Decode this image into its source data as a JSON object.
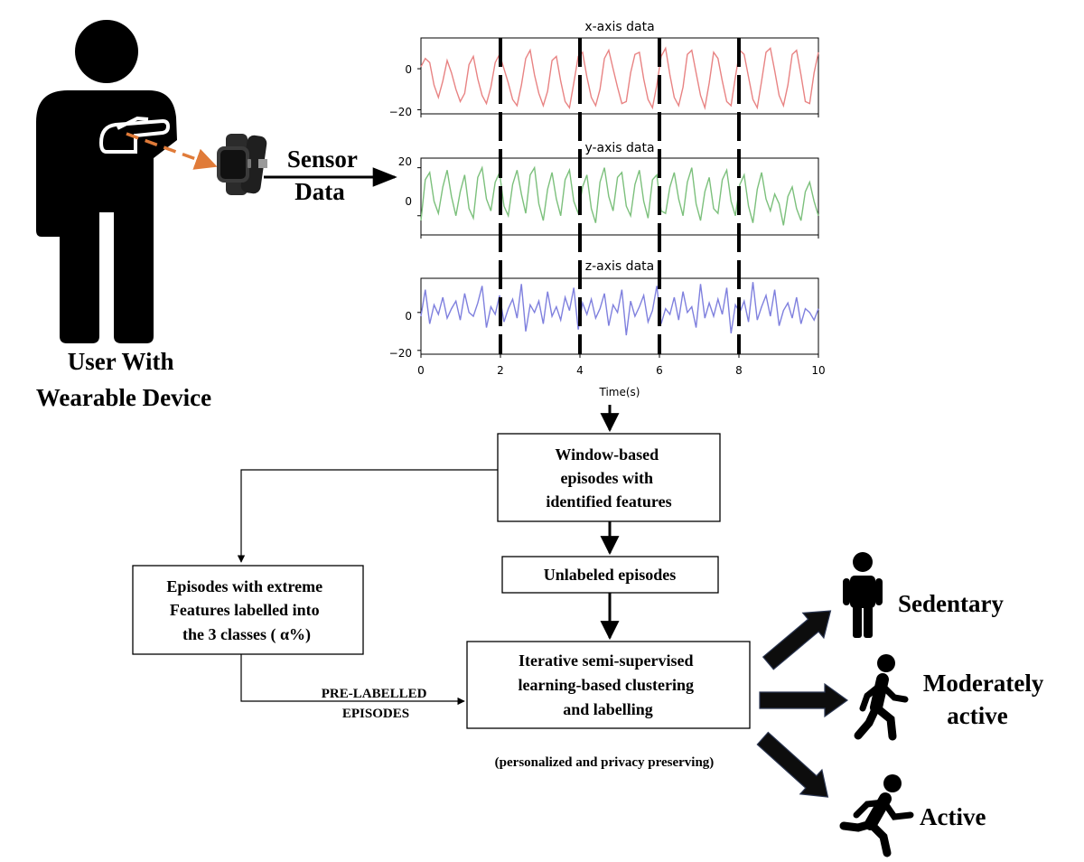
{
  "user": {
    "caption_line1": "User With",
    "caption_line2": "Wearable Device"
  },
  "sensor_arrow": {
    "label_line1": "Sensor",
    "label_line2": "Data"
  },
  "plots": {
    "x_title": "x-axis data",
    "y_title": "y-axis data",
    "z_title": "z-axis data",
    "x_axis_label": "Time(s)",
    "x_ticks": [
      "0",
      "2",
      "4",
      "6",
      "8",
      "10"
    ],
    "x_y_ticks": [
      "0",
      "−20"
    ],
    "y_y_ticks": [
      "20",
      "0"
    ],
    "z_y_ticks": [
      "0",
      "−20"
    ],
    "colors": {
      "x": "#e88383",
      "y": "#7cc07c",
      "z": "#7f80de"
    }
  },
  "boxes": {
    "window_line1": "Window-based",
    "window_line2": "episodes with",
    "window_line3": "identified features",
    "unlabeled": "Unlabeled episodes",
    "extreme_line1": "Episodes with extreme",
    "extreme_line2": "Features labelled into",
    "extreme_line3": "the 3 classes ( α%)",
    "iter_line1": "Iterative semi-supervised",
    "iter_line2": "learning-based clustering",
    "iter_line3": "and labelling"
  },
  "labels": {
    "prelabelled_line1": "PRE-LABELLED",
    "prelabelled_line2": "EPISODES",
    "privacy": "(personalized and privacy preserving)"
  },
  "classes": {
    "sedentary": "Sedentary",
    "moderately_line1": "Moderately",
    "moderately_line2": "active",
    "active": "Active"
  },
  "chart_data": {
    "type": "line",
    "x": [
      0,
      2,
      4,
      6,
      8,
      10
    ],
    "xlim": [
      0,
      10
    ],
    "xlabel": "Time(s)",
    "window_boundaries": [
      2,
      4,
      6,
      8
    ],
    "series": [
      {
        "name": "x-axis data",
        "ylim": [
          -22,
          15
        ],
        "yticks": [
          0,
          -20
        ],
        "values": [
          1,
          5,
          3,
          -8,
          -14,
          -6,
          4,
          -2,
          -10,
          -16,
          -12,
          2,
          6,
          -5,
          -13,
          -17,
          -9,
          3,
          7,
          0,
          -7,
          -15,
          -18,
          -8,
          5,
          9,
          -3,
          -12,
          -18,
          -11,
          4,
          6,
          -6,
          -16,
          -19,
          -7,
          6,
          8,
          -4,
          -14,
          -18,
          -10,
          5,
          9,
          0,
          -9,
          -17,
          -16,
          -2,
          7,
          8,
          -5,
          -15,
          -19,
          -8,
          6,
          10,
          -3,
          -14,
          -18,
          -9,
          7,
          9,
          -2,
          -13,
          -19,
          -7,
          8,
          5,
          -6,
          -16,
          -18,
          -4,
          9,
          7,
          -4,
          -15,
          -19,
          -6,
          8,
          10,
          -1,
          -13,
          -18,
          -8,
          7,
          9,
          -3,
          -16,
          -17,
          -2,
          8
        ]
      },
      {
        "name": "y-axis data",
        "ylim": [
          -8,
          24
        ],
        "yticks": [
          20,
          0
        ],
        "values": [
          -2,
          15,
          18,
          6,
          1,
          12,
          19,
          8,
          0,
          10,
          17,
          3,
          -1,
          16,
          20,
          7,
          2,
          14,
          18,
          4,
          0,
          13,
          19,
          9,
          1,
          17,
          20,
          5,
          -2,
          11,
          18,
          7,
          0,
          15,
          19,
          6,
          1,
          12,
          17,
          3,
          -3,
          14,
          20,
          8,
          2,
          16,
          18,
          4,
          0,
          13,
          19,
          6,
          -1,
          15,
          17,
          2,
          1,
          12,
          18,
          7,
          0,
          14,
          20,
          5,
          -2,
          10,
          16,
          3,
          1,
          15,
          19,
          6,
          0,
          13,
          17,
          4,
          -3,
          11,
          18,
          7,
          2,
          9,
          5,
          -4,
          8,
          12,
          3,
          -2,
          10,
          14,
          6,
          0
        ]
      },
      {
        "name": "z-axis data",
        "ylim": [
          -22,
          18
        ],
        "yticks": [
          0,
          -20
        ],
        "values": [
          -2,
          12,
          -6,
          4,
          -1,
          8,
          -3,
          2,
          6,
          -4,
          10,
          0,
          -2,
          5,
          14,
          -8,
          3,
          -1,
          9,
          -5,
          2,
          7,
          -3,
          15,
          -10,
          4,
          0,
          6,
          -6,
          11,
          -2,
          3,
          -4,
          8,
          1,
          13,
          -9,
          5,
          -1,
          7,
          -3,
          2,
          10,
          -7,
          4,
          0,
          12,
          -12,
          6,
          -2,
          3,
          9,
          -5,
          1,
          14,
          -6,
          2,
          -1,
          8,
          -4,
          11,
          0,
          3,
          -8,
          15,
          -3,
          5,
          -2,
          7,
          -1,
          13,
          -11,
          4,
          0,
          6,
          -5,
          16,
          -4,
          3,
          9,
          -2,
          12,
          -7,
          1,
          5,
          -3,
          8,
          -6,
          2,
          0,
          -4,
          2
        ]
      }
    ]
  }
}
